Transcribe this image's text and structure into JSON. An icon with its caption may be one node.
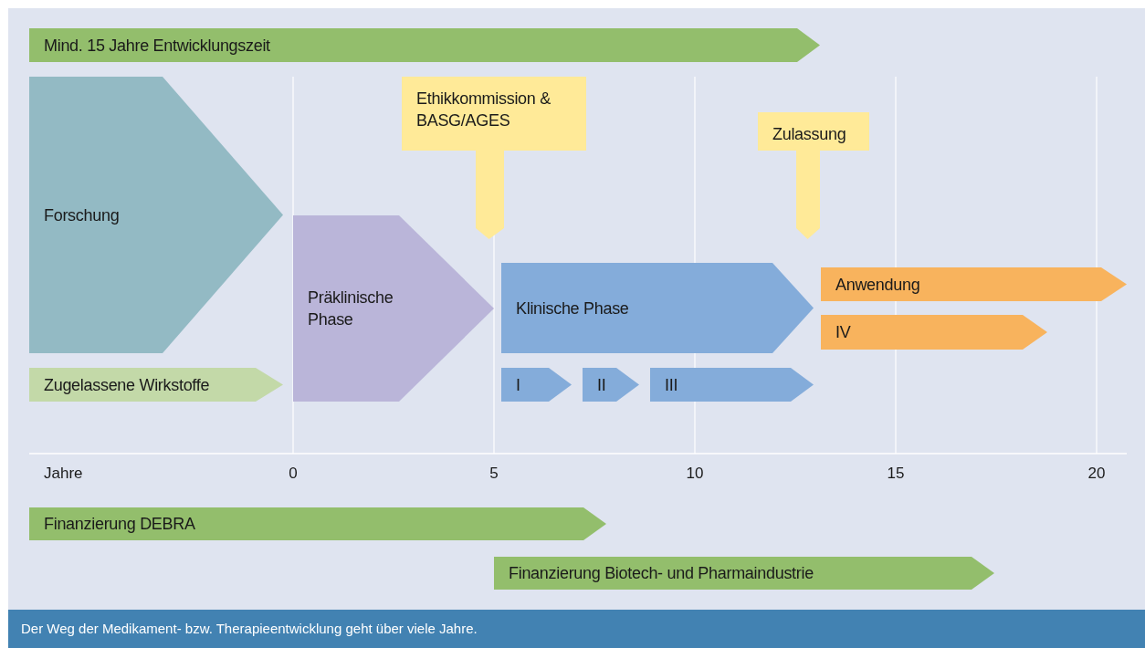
{
  "diagram": {
    "caption": "Der Weg der Medikament- bzw. Therapieentwicklung geht über viele Jahre.",
    "nodes": [
      {
        "text": [
          "Mind. 15 Jahre Entwicklungszeit"
        ]
      },
      {
        "text": [
          "Forschung"
        ]
      },
      {
        "text": [
          "Zugelassene Wirkstoffe"
        ]
      },
      {
        "text": [
          "Präklinische Phase"
        ]
      },
      {
        "text": [
          "Ethikkommission & BASG/AGES"
        ]
      },
      {
        "text": [
          "Zulassung"
        ]
      },
      {
        "text": [
          "Klinische Phase"
        ]
      },
      {
        "text": [
          "Anwendung"
        ]
      },
      {
        "text": [
          "IV"
        ]
      },
      {
        "text": [
          "I"
        ]
      },
      {
        "text": [
          "II"
        ]
      },
      {
        "text": [
          "III"
        ]
      },
      {
        "text": [
          "Finanzierung DEBRA"
        ]
      },
      {
        "text": [
          "Finanzierung Biotech- und Pharmaindustrie"
        ]
      }
    ],
    "labels": [
      "Jahre",
      "0",
      "5",
      "10",
      "15",
      "20"
    ]
  }
}
